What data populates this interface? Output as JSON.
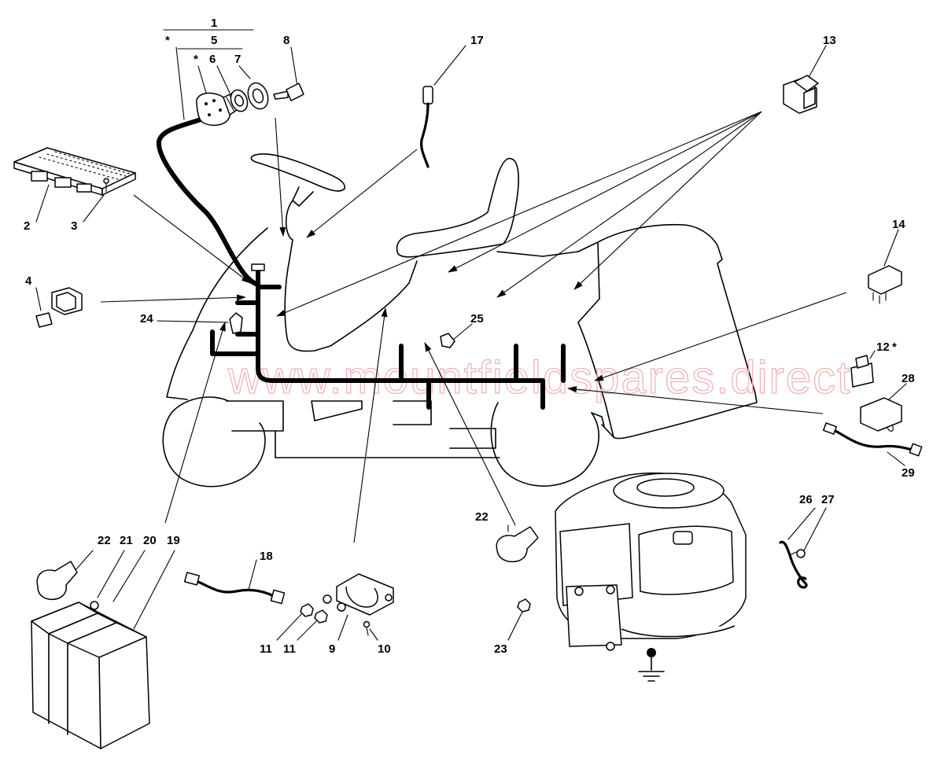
{
  "watermark": "www.mountfieldspares.direct",
  "callouts": {
    "c1": "1",
    "c2": "2",
    "c3": "3",
    "c4": "4",
    "c5": "5",
    "c6": "6",
    "c7": "7",
    "c8": "8",
    "c9": "9",
    "c10": "10",
    "c11a": "11",
    "c11b": "11",
    "c12": "12",
    "c13": "13",
    "c14": "14",
    "c17": "17",
    "c18": "18",
    "c19": "19",
    "c20": "20",
    "c21": "21",
    "c22a": "22",
    "c22b": "22",
    "c23": "23",
    "c24": "24",
    "c25": "25",
    "c26": "26",
    "c27": "27",
    "c28": "28",
    "c29": "29"
  },
  "markers": {
    "star_5": "*",
    "star_6": "*",
    "star_12": "*"
  }
}
